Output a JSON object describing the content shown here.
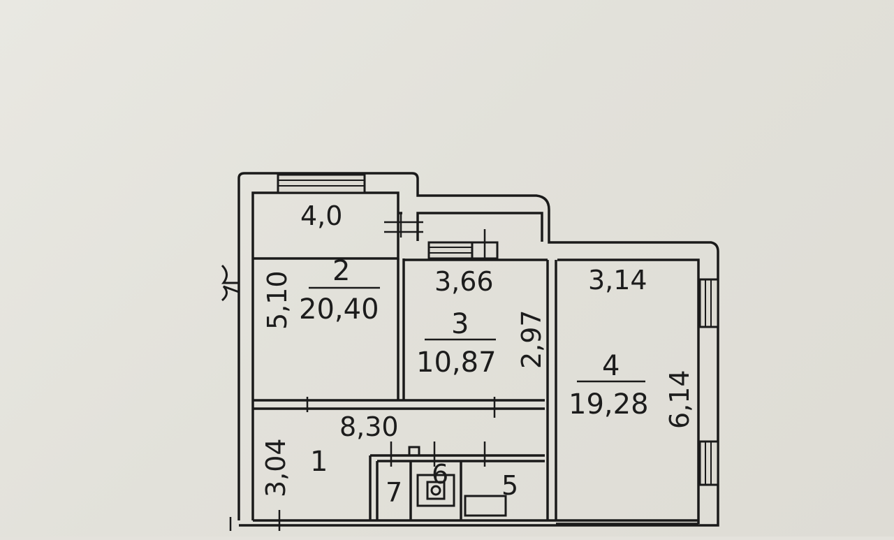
{
  "floor_plan": {
    "rooms": [
      {
        "id": "1",
        "number": "1",
        "area": "",
        "dims": {
          "width": "8,30",
          "height": "3,04"
        }
      },
      {
        "id": "2",
        "number": "2",
        "area": "20,40",
        "dims": {
          "width": "4,0",
          "height": "5,10"
        }
      },
      {
        "id": "3",
        "number": "3",
        "area": "10,87",
        "dims": {
          "width": "3,66",
          "height": "2,97"
        }
      },
      {
        "id": "4",
        "number": "4",
        "area": "19,28",
        "dims": {
          "width": "3,14",
          "height": "6,14"
        }
      },
      {
        "id": "5",
        "number": "5",
        "area": ""
      },
      {
        "id": "6",
        "number": "6",
        "area": ""
      },
      {
        "id": "7",
        "number": "7",
        "area": ""
      }
    ]
  }
}
